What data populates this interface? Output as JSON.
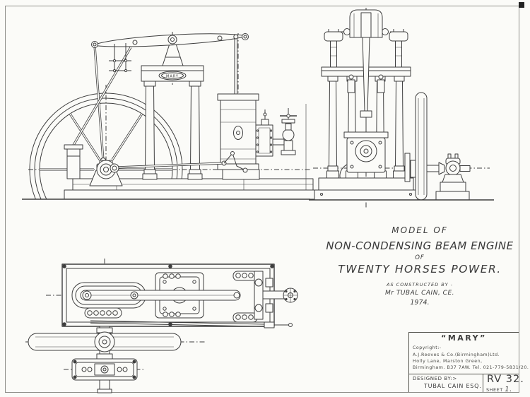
{
  "sheet": {
    "paper_color": "#fbfbf8",
    "line_color": "#3e3e3e"
  },
  "engine_nameplate": "MARY",
  "title_note": {
    "model_of": "MODEL OF",
    "engine_type": "NON-CONDENSING  BEAM  ENGINE",
    "of": "OF",
    "power": "TWENTY  HORSES  POWER.",
    "constructed_by": "AS CONSTRUCTED BY -",
    "builder": "Mr TUBAL CAIN, CE.",
    "year": "1974."
  },
  "title_block": {
    "name": "“MARY”",
    "copyright_label": "Copyright:-",
    "company": "A.J.Reeves & Co.(Birmingham)Ltd.",
    "address_line1": "Holly Lane, Marston Green,",
    "address_line2": "Birmingham. B37 7AW.  Tel. 021-779-5831/20.",
    "designed_by_label": "DESIGNED BY:>",
    "designer": "TUBAL CAIN ESQ.",
    "drawing_number": "RV 32.",
    "sheet_label": "SHEET",
    "sheet_number": "1."
  }
}
